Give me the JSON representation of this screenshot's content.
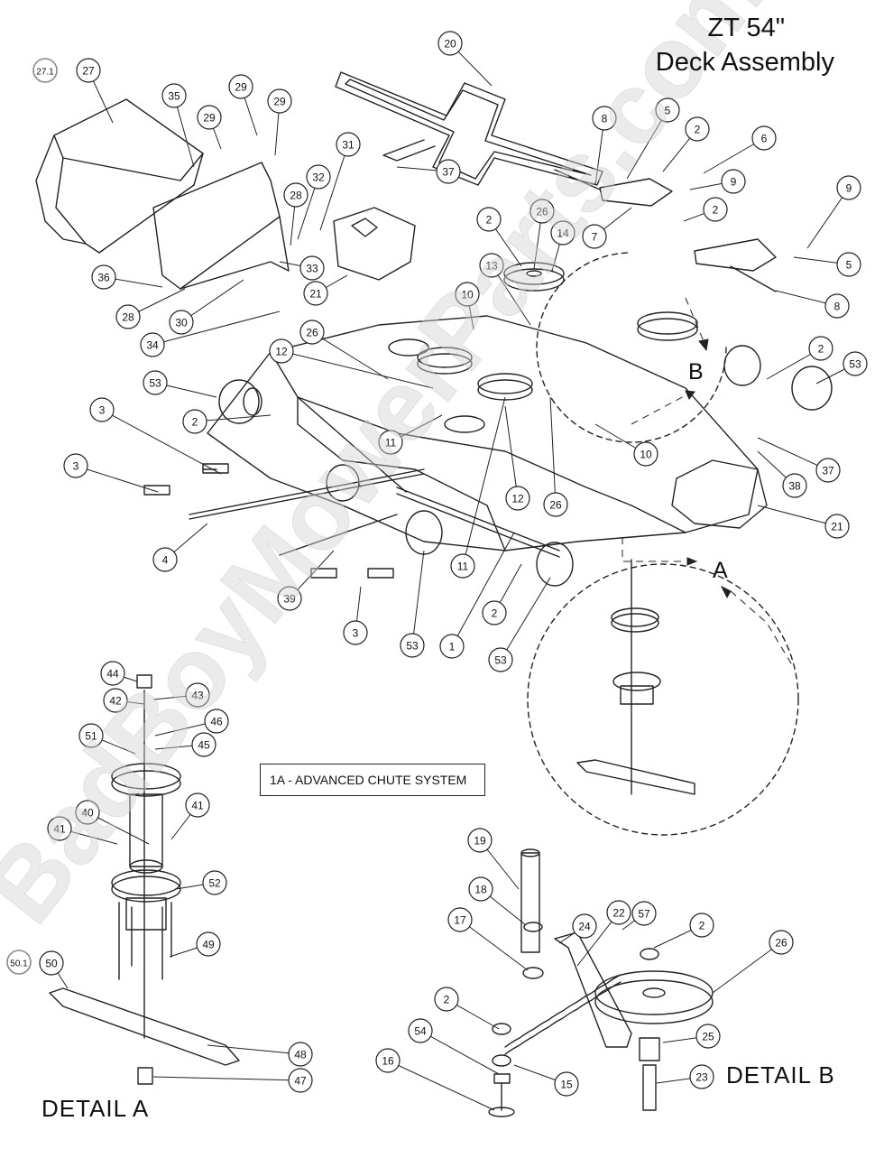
{
  "title": {
    "line1": "ZT 54\"",
    "line2": "Deck Assembly"
  },
  "detail_a_label": "DETAIL  A",
  "detail_b_label": "DETAIL  B",
  "chute_box_label": "1A - ADVANCED CHUTE SYSTEM",
  "view_letters": {
    "a": "A",
    "b": "B"
  },
  "watermark_text": "BadBoyMowerParts.com",
  "callouts": [
    {
      "n": "27.1",
      "dashed": true
    },
    {
      "n": "27"
    },
    {
      "n": "35"
    },
    {
      "n": "29"
    },
    {
      "n": "29"
    },
    {
      "n": "29"
    },
    {
      "n": "31"
    },
    {
      "n": "32"
    },
    {
      "n": "28"
    },
    {
      "n": "36"
    },
    {
      "n": "33"
    },
    {
      "n": "28"
    },
    {
      "n": "30"
    },
    {
      "n": "34"
    },
    {
      "n": "21"
    },
    {
      "n": "20"
    },
    {
      "n": "37"
    },
    {
      "n": "8"
    },
    {
      "n": "5"
    },
    {
      "n": "2"
    },
    {
      "n": "6"
    },
    {
      "n": "9"
    },
    {
      "n": "9"
    },
    {
      "n": "2"
    },
    {
      "n": "7"
    },
    {
      "n": "5"
    },
    {
      "n": "8"
    },
    {
      "n": "26"
    },
    {
      "n": "2"
    },
    {
      "n": "14"
    },
    {
      "n": "13"
    },
    {
      "n": "10"
    },
    {
      "n": "26"
    },
    {
      "n": "12"
    },
    {
      "n": "53"
    },
    {
      "n": "2"
    },
    {
      "n": "3"
    },
    {
      "n": "3"
    },
    {
      "n": "11"
    },
    {
      "n": "2"
    },
    {
      "n": "53"
    },
    {
      "n": "10"
    },
    {
      "n": "37"
    },
    {
      "n": "38"
    },
    {
      "n": "21"
    },
    {
      "n": "12"
    },
    {
      "n": "26"
    },
    {
      "n": "11"
    },
    {
      "n": "4"
    },
    {
      "n": "39"
    },
    {
      "n": "3"
    },
    {
      "n": "53"
    },
    {
      "n": "1"
    },
    {
      "n": "2"
    },
    {
      "n": "53"
    },
    {
      "n": "44"
    },
    {
      "n": "43"
    },
    {
      "n": "42"
    },
    {
      "n": "46"
    },
    {
      "n": "51"
    },
    {
      "n": "45"
    },
    {
      "n": "41"
    },
    {
      "n": "40"
    },
    {
      "n": "41"
    },
    {
      "n": "52"
    },
    {
      "n": "49"
    },
    {
      "n": "50.1",
      "dashed": true
    },
    {
      "n": "50"
    },
    {
      "n": "48"
    },
    {
      "n": "47"
    },
    {
      "n": "19"
    },
    {
      "n": "18"
    },
    {
      "n": "17"
    },
    {
      "n": "24"
    },
    {
      "n": "22"
    },
    {
      "n": "57"
    },
    {
      "n": "2"
    },
    {
      "n": "26"
    },
    {
      "n": "2"
    },
    {
      "n": "54"
    },
    {
      "n": "16"
    },
    {
      "n": "15"
    },
    {
      "n": "25"
    },
    {
      "n": "23"
    }
  ]
}
